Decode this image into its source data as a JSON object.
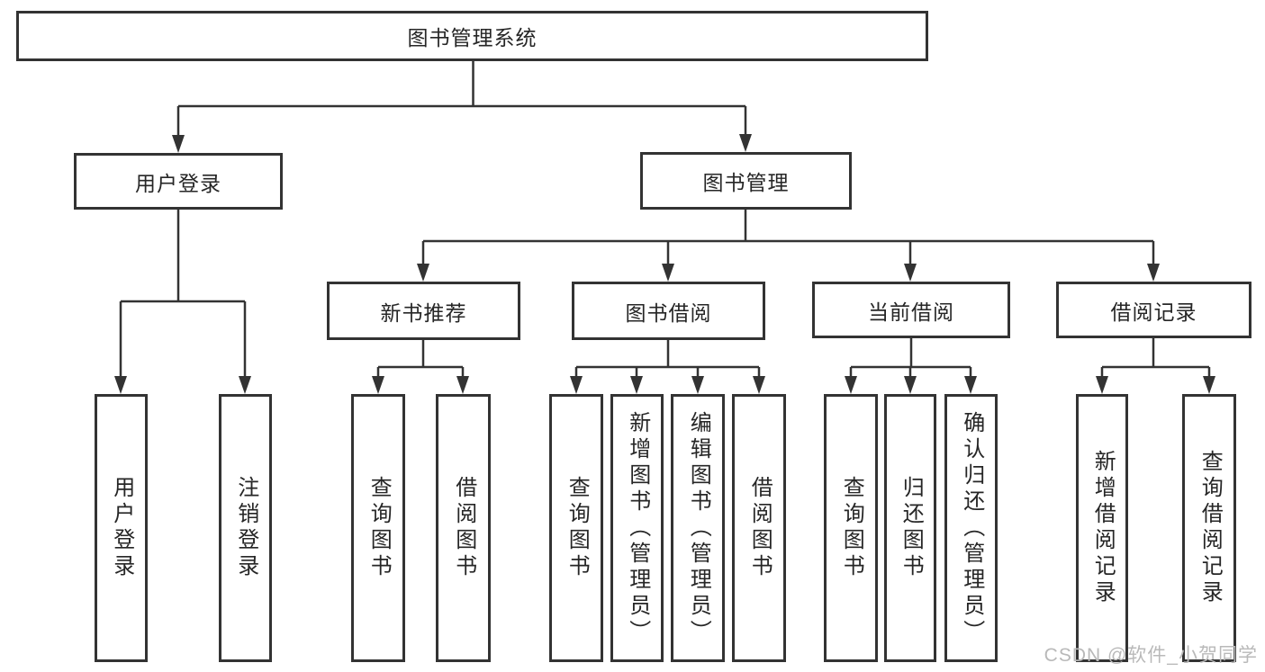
{
  "diagram": {
    "root": {
      "label": "图书管理系统"
    },
    "level2": [
      {
        "label": "用户登录"
      },
      {
        "label": "图书管理"
      }
    ],
    "level3": [
      {
        "label": "新书推荐"
      },
      {
        "label": "图书借阅"
      },
      {
        "label": "当前借阅"
      },
      {
        "label": "借阅记录"
      }
    ],
    "leaves": {
      "user_login": [
        {
          "label": "用户登录"
        },
        {
          "label": "注销登录"
        }
      ],
      "new_book_recommend": [
        {
          "label": "查询图书"
        },
        {
          "label": "借阅图书"
        }
      ],
      "book_borrow": [
        {
          "label": "查询图书"
        },
        {
          "label": "新增图书（管理员）"
        },
        {
          "label": "编辑图书（管理员）"
        },
        {
          "label": "借阅图书"
        }
      ],
      "current_borrow": [
        {
          "label": "查询图书"
        },
        {
          "label": "归还图书"
        },
        {
          "label": "确认归还（管理员）"
        }
      ],
      "borrow_record": [
        {
          "label": "新增借阅记录"
        },
        {
          "label": "查询借阅记录"
        }
      ]
    }
  },
  "watermark": {
    "text": "CSDN @软件_小贺同学"
  },
  "colors": {
    "line": "#333333",
    "box_border": "#333333",
    "text": "#262626",
    "background": "#ffffff",
    "watermark": "#b9b9b9"
  }
}
